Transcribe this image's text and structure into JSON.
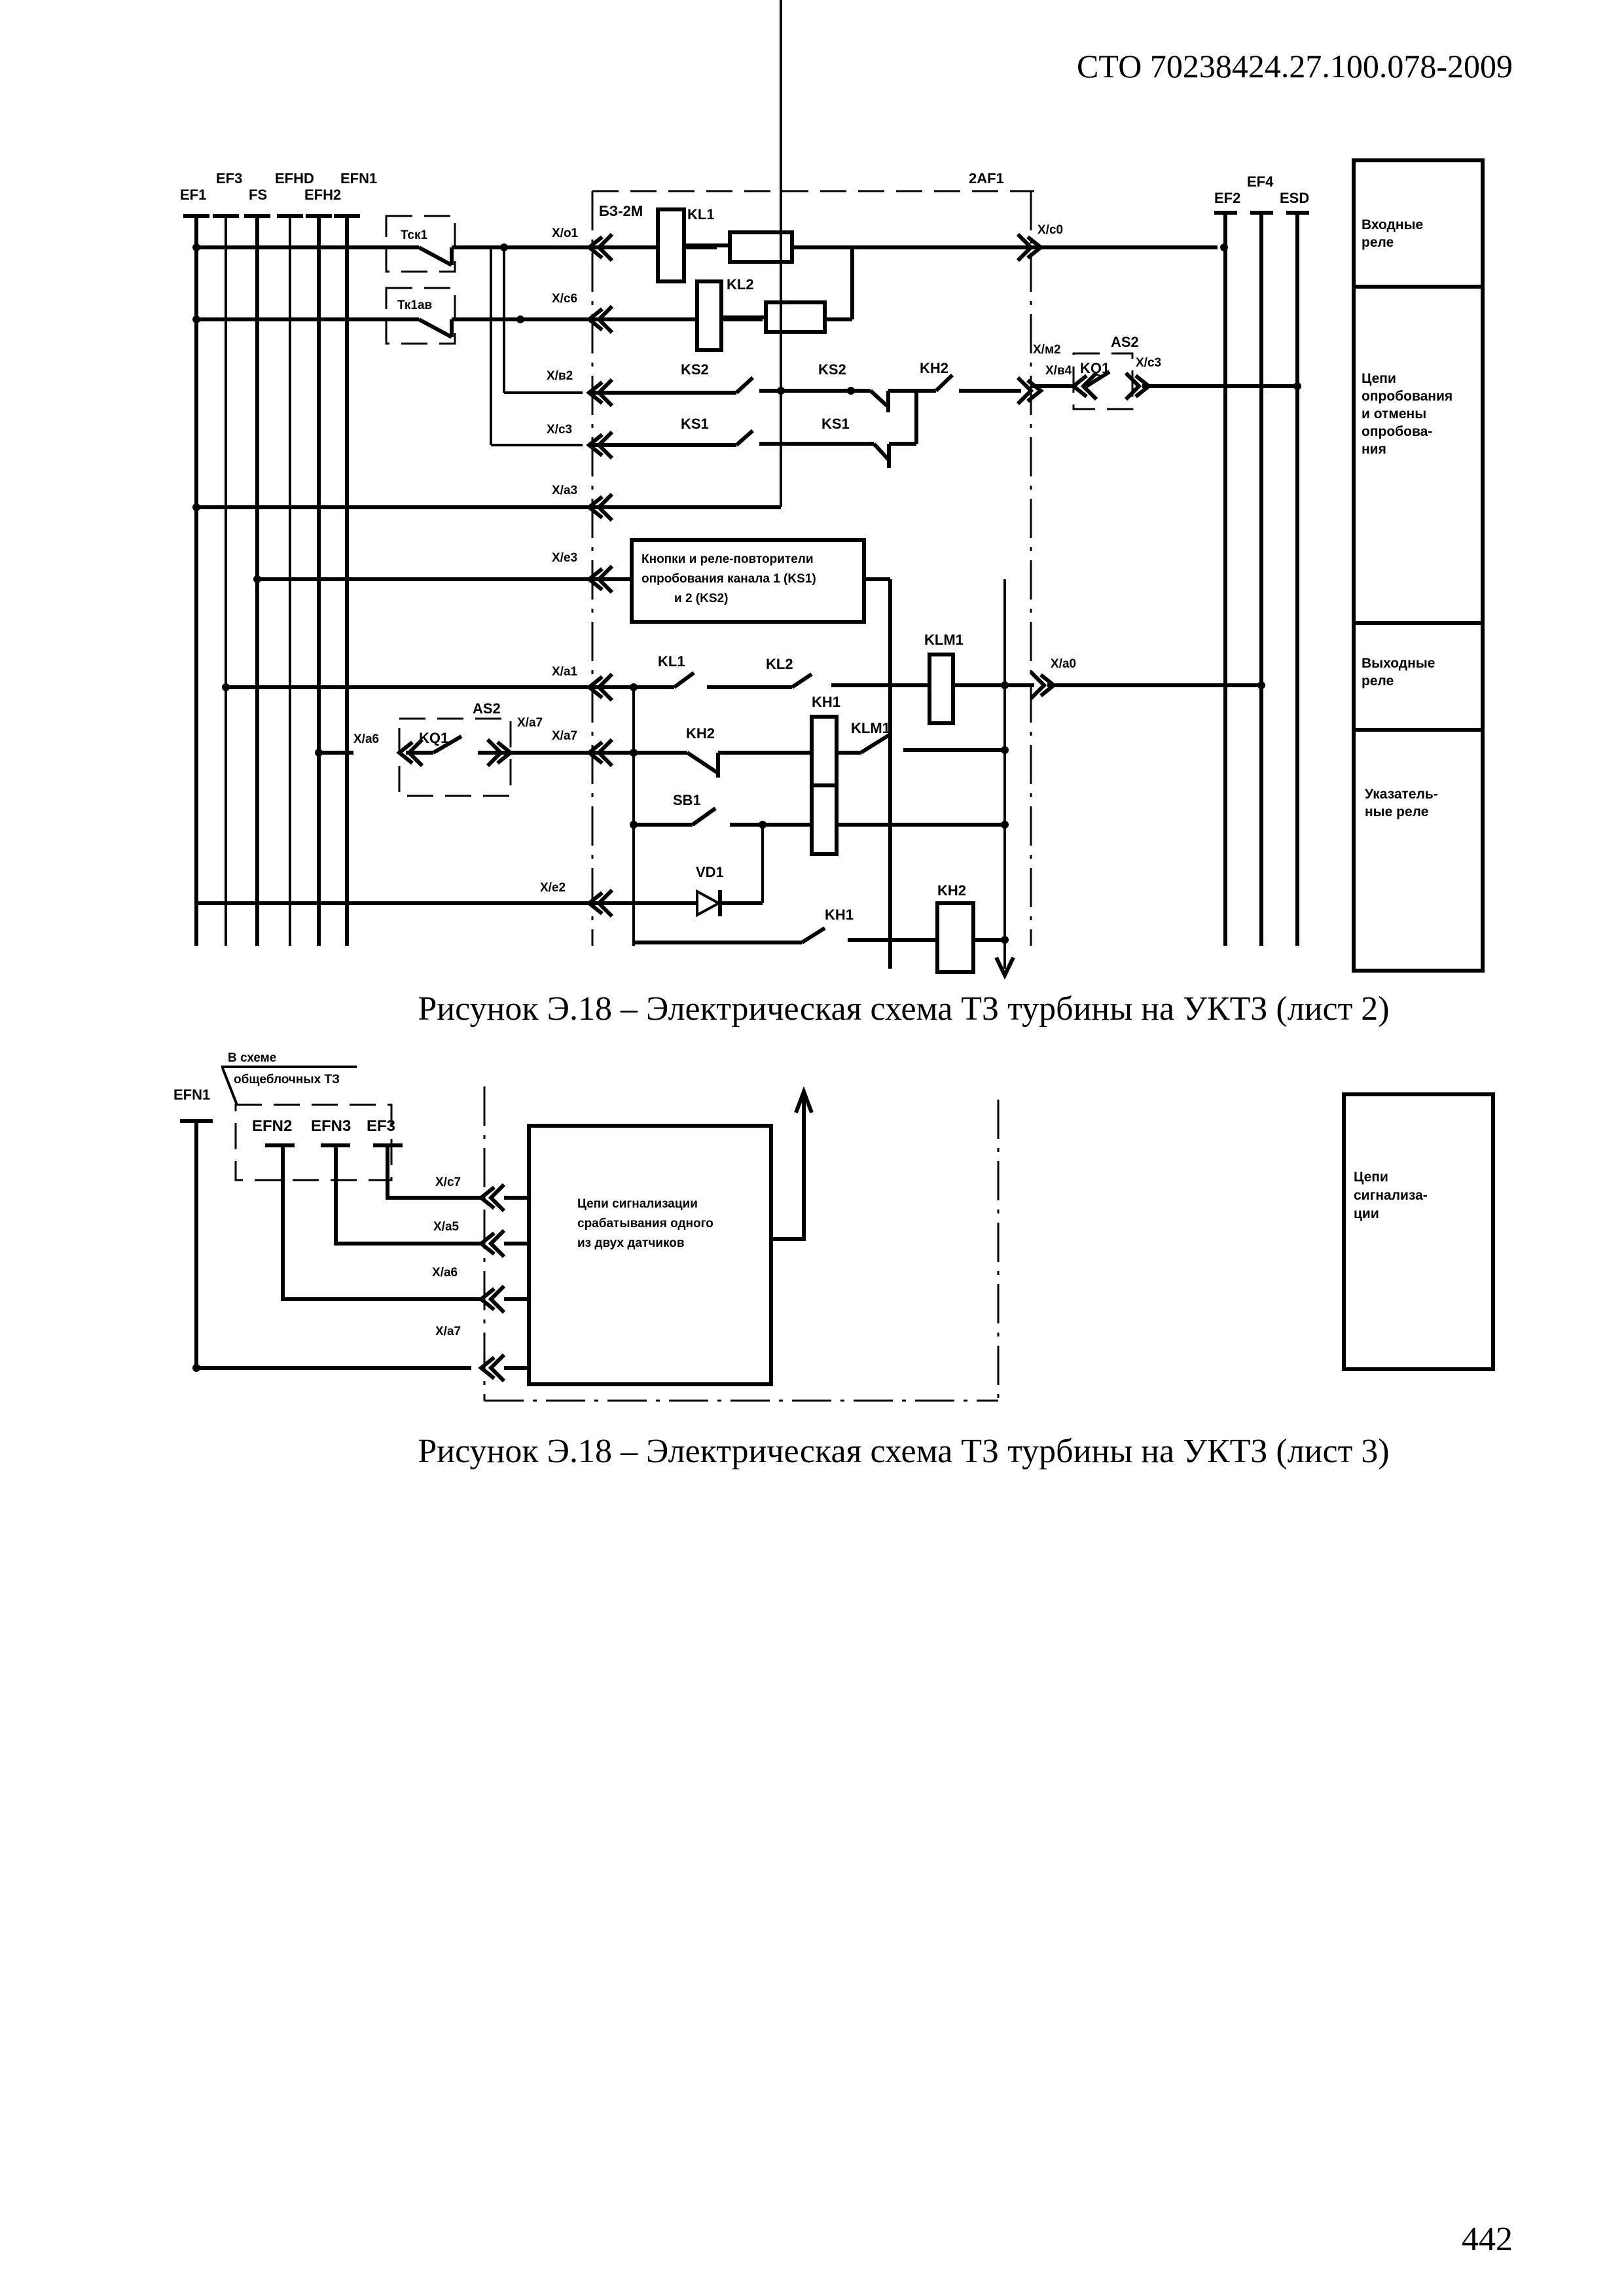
{
  "header": {
    "document_code": "СТО 70238424.27.100.078-2009"
  },
  "sheet2": {
    "buses_left": [
      "EF1",
      "EF3",
      "FS",
      "EFHD",
      "EFH2",
      "EFN1"
    ],
    "buses_right": [
      "EF2",
      "EF4",
      "ESD"
    ],
    "block_labels": {
      "unit": "БЗ-2М",
      "board": "2AF1"
    },
    "timers": [
      "Тск1",
      "Тк1ав"
    ],
    "connectors": {
      "xo1": "X/о1",
      "xc6": "X/с6",
      "xb2": "X/в2",
      "xc3": "X/с3",
      "xa3": "X/а3",
      "xe3": "X/е3",
      "xa1": "X/а1",
      "xa7a": "X/а7",
      "xa7b": "X/а7",
      "xa6": "X/а6",
      "xe2": "X/е2",
      "xc0": "X/с0",
      "xm2": "X/м2",
      "xb4": "X/в4",
      "xc3r": "X/с3",
      "xa0": "X/а0"
    },
    "relays": {
      "kl1": "KL1",
      "kl2": "KL2",
      "klm1": "KLM1",
      "kh1": "KH1",
      "kh2": "KH2"
    },
    "contacts": {
      "ks2a": "KS2",
      "ks2b": "KS2",
      "ks1a": "KS1",
      "ks1b": "KS1",
      "kh2a": "KH2",
      "kl1": "KL1",
      "kl2": "KL2",
      "kh2b": "KH2",
      "klm1": "KLM1",
      "sb1": "SB1",
      "kh1": "KH1",
      "kq1a": "KQ1",
      "kq1b": "KQ1",
      "as2a": "AS2",
      "as2b": "AS2",
      "vd1": "VD1"
    },
    "buttons_box": [
      "Кнопки и реле-повторители",
      "опробования канала 1 (KS1)",
      "и 2 (KS2)"
    ],
    "side_panel": [
      {
        "lines": [
          "Входные",
          "реле"
        ]
      },
      {
        "lines": [
          "Цепи",
          "опробования",
          "и отмены",
          "опробова-",
          "ния"
        ]
      },
      {
        "lines": [
          "Выходные",
          "реле"
        ]
      },
      {
        "lines": [
          "Указатель-",
          "ные реле"
        ]
      }
    ],
    "caption": "Рисунок Э.18 –  Электрическая схема ТЗ турбины на УКТЗ (лист 2)"
  },
  "sheet3": {
    "bus_left": "EFN1",
    "note_lines": [
      "В схеме",
      "общеблочных ТЗ"
    ],
    "group_buses": [
      "EFN2",
      "EFN3",
      "EF3"
    ],
    "connectors": [
      "X/с7",
      "X/а5",
      "X/а6",
      "X/а7"
    ],
    "block_text": [
      "Цепи сигнализации",
      "срабатывания одного",
      "из двух датчиков"
    ],
    "side_panel": [
      "Цепи",
      "сигнализа-",
      "ции"
    ],
    "caption": "Рисунок Э.18 –  Электрическая схема ТЗ турбины на УКТЗ (лист 3)"
  },
  "footer": {
    "page_number": "442"
  }
}
